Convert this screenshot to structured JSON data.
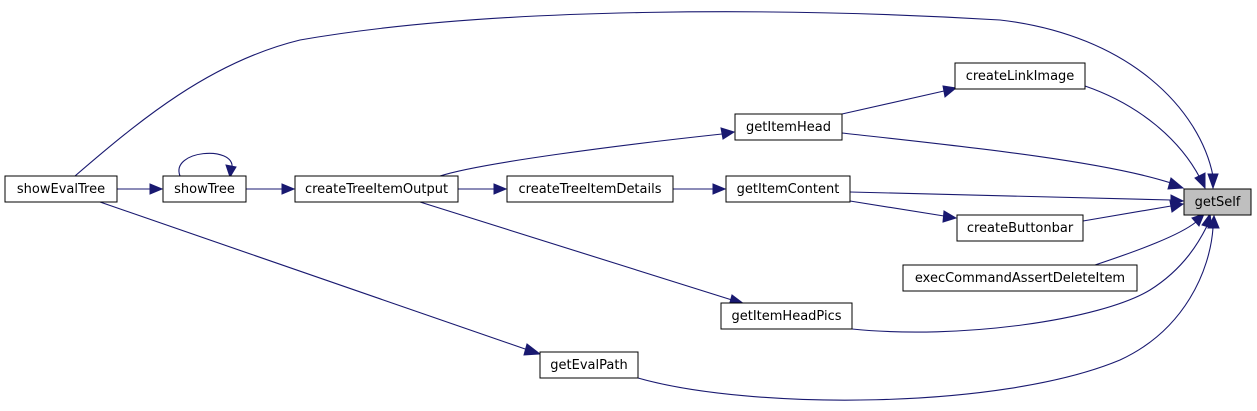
{
  "colors": {
    "edge": "#191970",
    "node_border": "#000000",
    "node_fill": "#ffffff",
    "highlight_fill": "#bfbfbf"
  },
  "nodes": {
    "showEvalTree": "showEvalTree",
    "showTree": "showTree",
    "createTreeItemOutput": "createTreeItemOutput",
    "createTreeItemDetails": "createTreeItemDetails",
    "getItemHead": "getItemHead",
    "getItemContent": "getItemContent",
    "createLinkImage": "createLinkImage",
    "createButtonbar": "createButtonbar",
    "execCommandAssertDeleteItem": "execCommandAssertDeleteItem",
    "getItemHeadPics": "getItemHeadPics",
    "getEvalPath": "getEvalPath",
    "getSelf": "getSelf"
  },
  "edges": [
    [
      "showEvalTree",
      "getSelf"
    ],
    [
      "showEvalTree",
      "showTree"
    ],
    [
      "showEvalTree",
      "getEvalPath"
    ],
    [
      "showTree",
      "showTree"
    ],
    [
      "showTree",
      "createTreeItemOutput"
    ],
    [
      "createTreeItemOutput",
      "getItemHead"
    ],
    [
      "createTreeItemOutput",
      "createTreeItemDetails"
    ],
    [
      "createTreeItemOutput",
      "getItemHeadPics"
    ],
    [
      "createTreeItemDetails",
      "getItemContent"
    ],
    [
      "getItemHead",
      "createLinkImage"
    ],
    [
      "getItemHead",
      "getSelf"
    ],
    [
      "createLinkImage",
      "getSelf"
    ],
    [
      "getItemContent",
      "getSelf"
    ],
    [
      "getItemContent",
      "createButtonbar"
    ],
    [
      "createButtonbar",
      "getSelf"
    ],
    [
      "execCommandAssertDeleteItem",
      "getSelf"
    ],
    [
      "getItemHeadPics",
      "getSelf"
    ],
    [
      "getEvalPath",
      "getSelf"
    ]
  ]
}
